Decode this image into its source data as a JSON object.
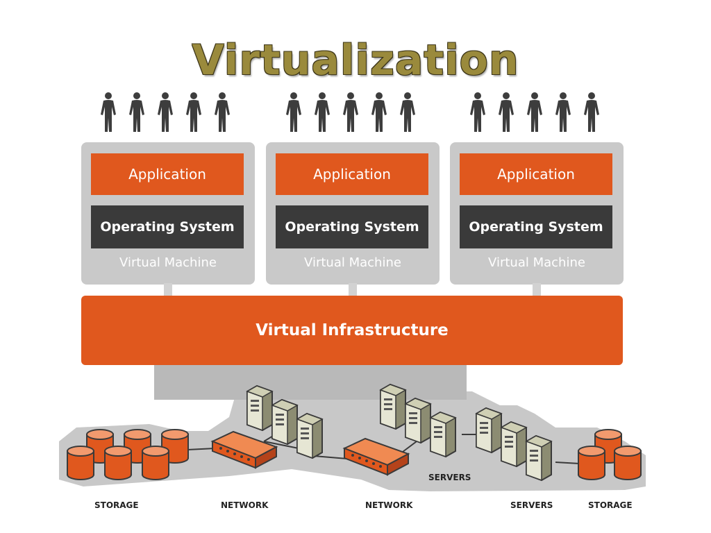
{
  "title": "Virtualization",
  "virtual_machines": [
    {
      "application": "Application",
      "os": "Operating System",
      "label": "Virtual Machine"
    },
    {
      "application": "Application",
      "os": "Operating System",
      "label": "Virtual Machine"
    },
    {
      "application": "Application",
      "os": "Operating System",
      "label": "Virtual Machine"
    }
  ],
  "infrastructure": "Virtual Infrastructure",
  "hardware_labels": {
    "storage_left": "STORAGE",
    "network_left": "NETWORK",
    "network_mid": "NETWORK",
    "servers_mid": "SERVERS",
    "servers_right": "SERVERS",
    "storage_right": "STORAGE"
  },
  "colors": {
    "accent": "#e0581e",
    "os_box": "#3a3a3a",
    "vm_box": "#c9c9c9",
    "title": "#9a8a3c"
  },
  "icons": [
    "person-icon",
    "storage-cylinder-icon",
    "network-switch-icon",
    "server-tower-icon"
  ]
}
